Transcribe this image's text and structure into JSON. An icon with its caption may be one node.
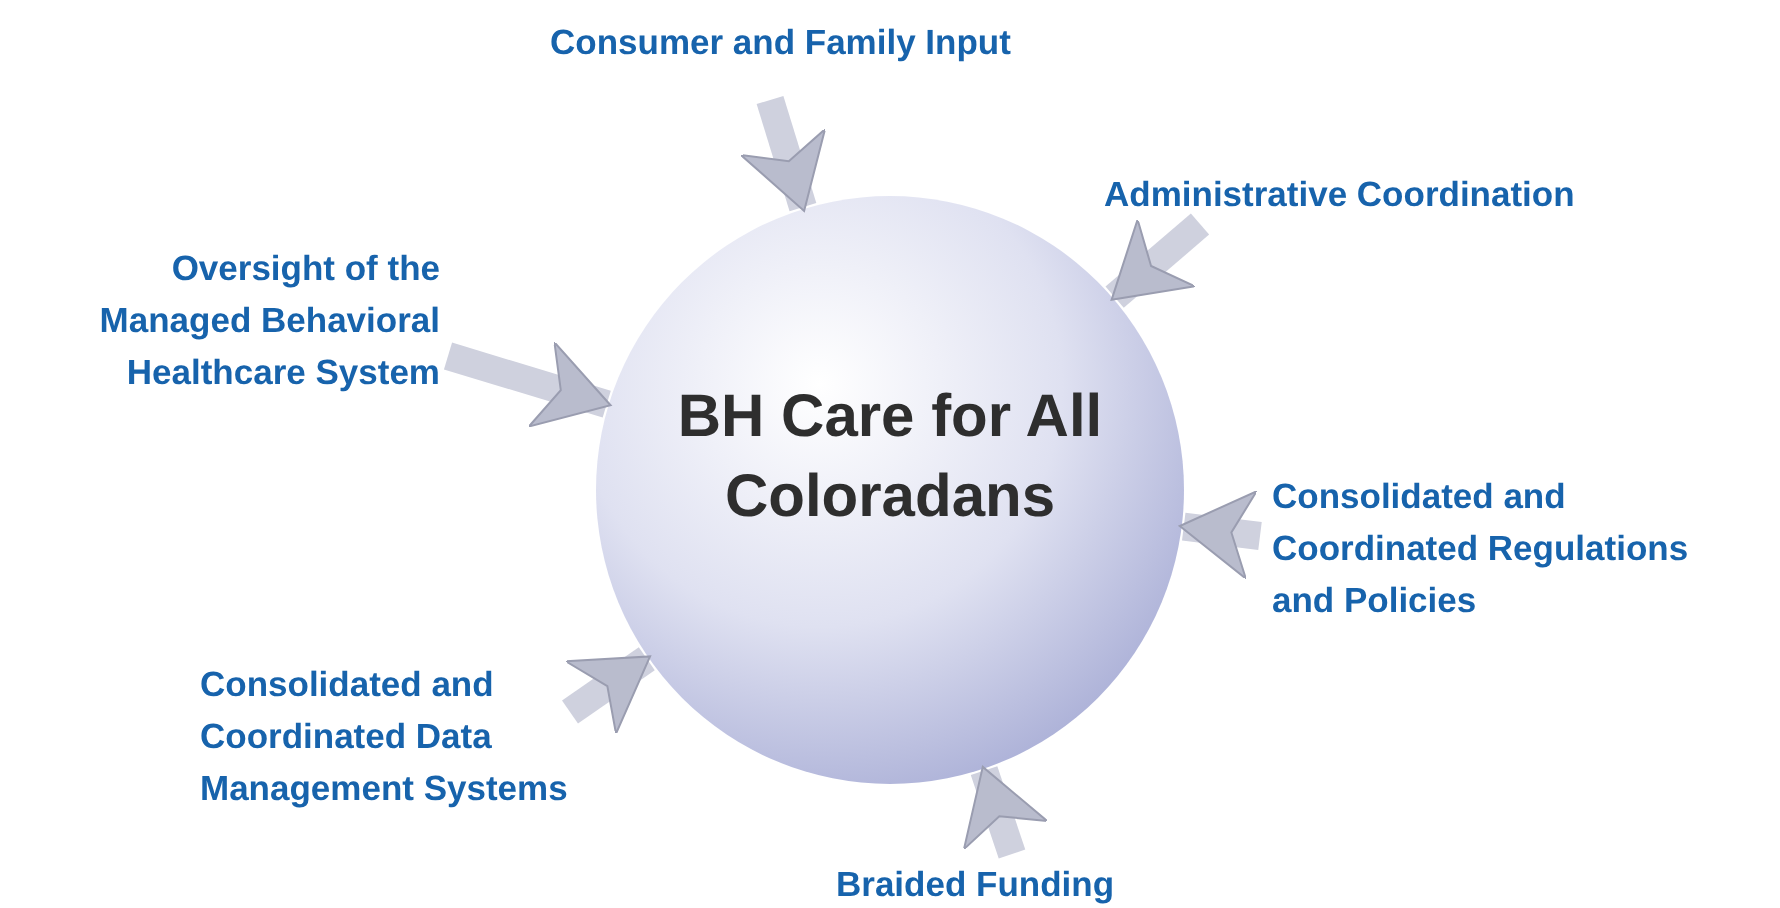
{
  "diagram": {
    "nodes": [
      {
        "text": [
          "BH Care for All Coloradans"
        ]
      },
      {
        "text": [
          "Consumer and Family Input"
        ]
      },
      {
        "text": [
          "Administrative Coordination"
        ]
      },
      {
        "text": [
          "Oversight of the Managed Behavioral Healthcare System"
        ]
      },
      {
        "text": [
          "Consolidated and Coordinated Regulations and Policies"
        ]
      },
      {
        "text": [
          "Consolidated and Coordinated Data Management Systems"
        ]
      },
      {
        "text": [
          "Braided Funding"
        ]
      }
    ],
    "edges": [
      {
        "from": 1,
        "to": 0,
        "arrow": "to"
      },
      {
        "from": 2,
        "to": 0,
        "arrow": "to"
      },
      {
        "from": 3,
        "to": 0,
        "arrow": "to"
      },
      {
        "from": 4,
        "to": 0,
        "arrow": "to"
      },
      {
        "from": 5,
        "to": 0,
        "arrow": "to"
      },
      {
        "from": 6,
        "to": 0,
        "arrow": "to"
      }
    ]
  }
}
